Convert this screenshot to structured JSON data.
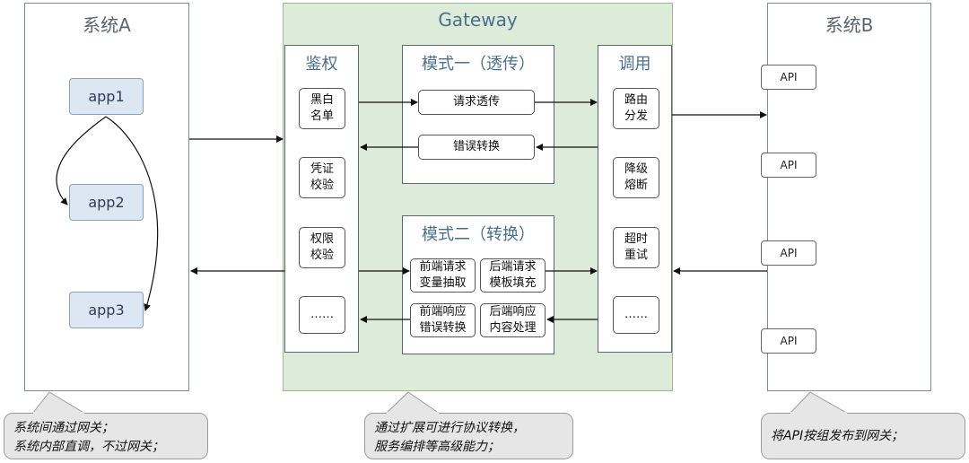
{
  "system_a": {
    "title": "系统A",
    "apps": [
      "app1",
      "app2",
      "app3"
    ]
  },
  "gateway": {
    "title": "Gateway",
    "auth": {
      "title": "鉴权",
      "items": [
        "黑白\n名单",
        "凭证\n校验",
        "权限\n校验",
        "……"
      ]
    },
    "mode1": {
      "title": "模式一（透传）",
      "forward": "请求透传",
      "back": "错误转换"
    },
    "mode2": {
      "title": "模式二（转换）",
      "cells": [
        "前端请求\n变量抽取",
        "后端请求\n模板填充",
        "前端响应\n错误转换",
        "后端响应\n内容处理"
      ]
    },
    "invoke": {
      "title": "调用",
      "items": [
        "路由\n分发",
        "降级\n熔断",
        "超时\n重试",
        "……"
      ]
    }
  },
  "system_b": {
    "title": "系统B",
    "apis": [
      "API",
      "API",
      "API",
      "API"
    ]
  },
  "notes": {
    "left": "系统间通过网关；\n系统内部直调，不过网关；",
    "middle": "通过扩展可进行协议转换，\n服务编排等高级能力；",
    "right": "将API按组发布到网关；"
  },
  "colors": {
    "app_fill": "#dde7f3",
    "gateway_fill": "#dcecd9",
    "note_fill": "#e6e6e6"
  }
}
